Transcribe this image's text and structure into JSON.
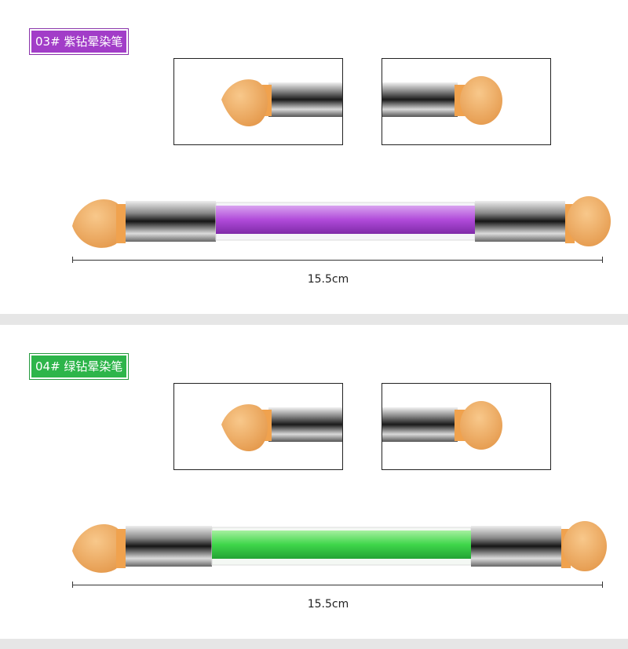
{
  "sections": [
    {
      "label": "03# 紫钻晕染笔",
      "tag_color": "#a23dc8",
      "crystal_color": "#b04bd9",
      "length_label": "15.5cm"
    },
    {
      "label": "04# 绿钻晕染笔",
      "tag_color": "#2db54a",
      "crystal_color": "#3fd64a",
      "length_label": "15.5cm"
    }
  ],
  "icons": {
    "sponge": "sponge-tip-icon",
    "ferrule": "metal-ferrule-icon"
  },
  "colors": {
    "sponge": "#f4b873",
    "collar": "#f0a24e",
    "divider": "#e6e6e6"
  }
}
